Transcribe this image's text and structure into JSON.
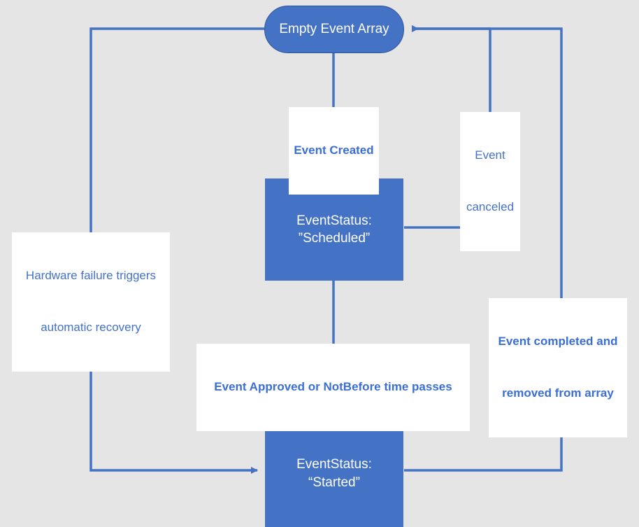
{
  "diagram": {
    "title": "Event lifecycle state diagram",
    "background_color": "#e5e5e5",
    "node_fill": "#4472c4",
    "node_text_color": "#ffffff",
    "edge_color": "#4472c4",
    "label_text_color": "#4472c4",
    "label_background": "#ffffff"
  },
  "nodes": {
    "empty_event_array": {
      "label": "Empty Event Array",
      "shape": "rounded-rectangle"
    },
    "scheduled": {
      "line1": "EventStatus:",
      "line2": "”Scheduled”",
      "shape": "rectangle"
    },
    "started": {
      "line1": "EventStatus:",
      "line2": "“Started”",
      "shape": "rectangle"
    }
  },
  "edge_labels": {
    "event_created": {
      "text": "Event Created",
      "bold": true
    },
    "event_canceled": {
      "line1": "Event",
      "line2": "canceled",
      "bold": false
    },
    "hardware_failure": {
      "line1": "Hardware failure triggers",
      "line2": "automatic recovery",
      "bold": false
    },
    "event_completed": {
      "line1": "Event completed and",
      "line2": "removed from array",
      "bold": true
    },
    "event_approved": {
      "text": "Event Approved or NotBefore time passes",
      "bold": true
    }
  }
}
